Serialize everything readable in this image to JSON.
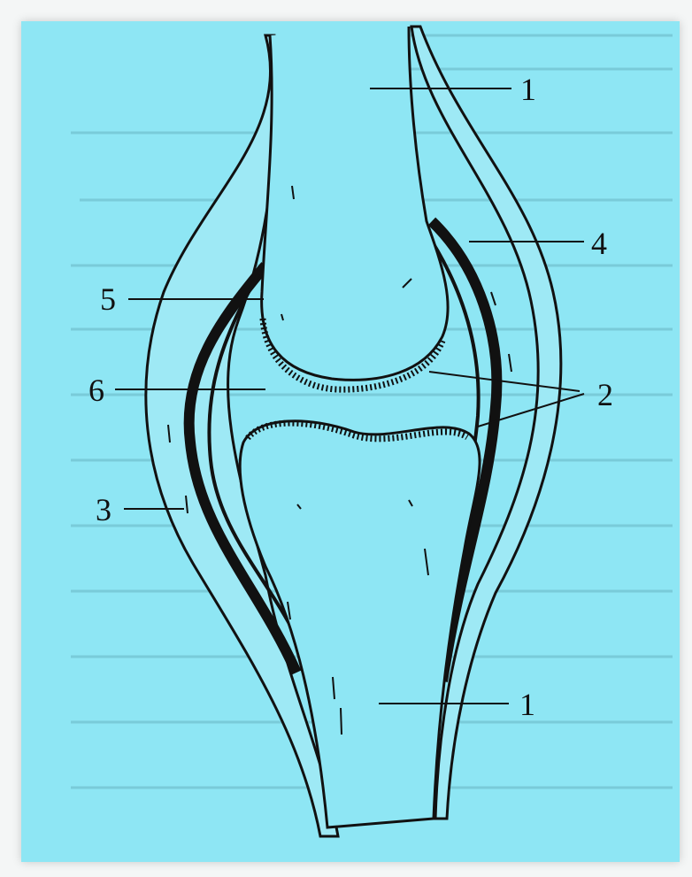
{
  "diagram": {
    "labels": {
      "l1_top": "1",
      "l4": "4",
      "l5": "5",
      "l6": "6",
      "l2": "2",
      "l3": "3",
      "l1_bottom": "1"
    },
    "colors": {
      "background": "#8ee6f4",
      "ink": "#111111"
    }
  }
}
